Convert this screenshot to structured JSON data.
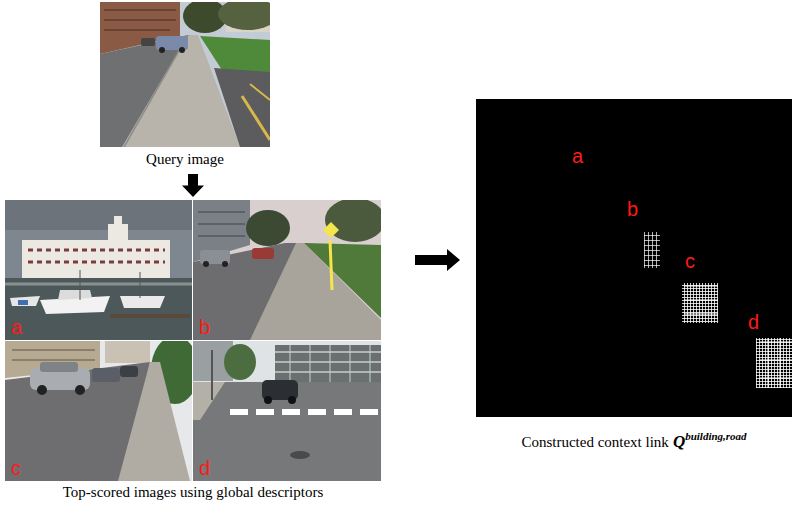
{
  "diagram": {
    "nodes": [
      {
        "text": [
          "Query image"
        ]
      },
      {
        "text": [
          "Top-scored images using global descriptors"
        ]
      },
      {
        "text": [
          "a"
        ],
        "in": 1
      },
      {
        "text": [
          "b"
        ],
        "in": 1
      },
      {
        "text": [
          "c"
        ],
        "in": 1
      },
      {
        "text": [
          "d"
        ],
        "in": 1
      },
      {
        "text": [
          "a",
          "b",
          "c",
          "d"
        ]
      }
    ],
    "edges": [
      {
        "from": 0,
        "to": 1,
        "arrow": "to"
      },
      {
        "from": 1,
        "to": 6,
        "arrow": "to"
      }
    ],
    "labels": [
      "Constructed context link",
      "Q",
      "building,road"
    ]
  }
}
